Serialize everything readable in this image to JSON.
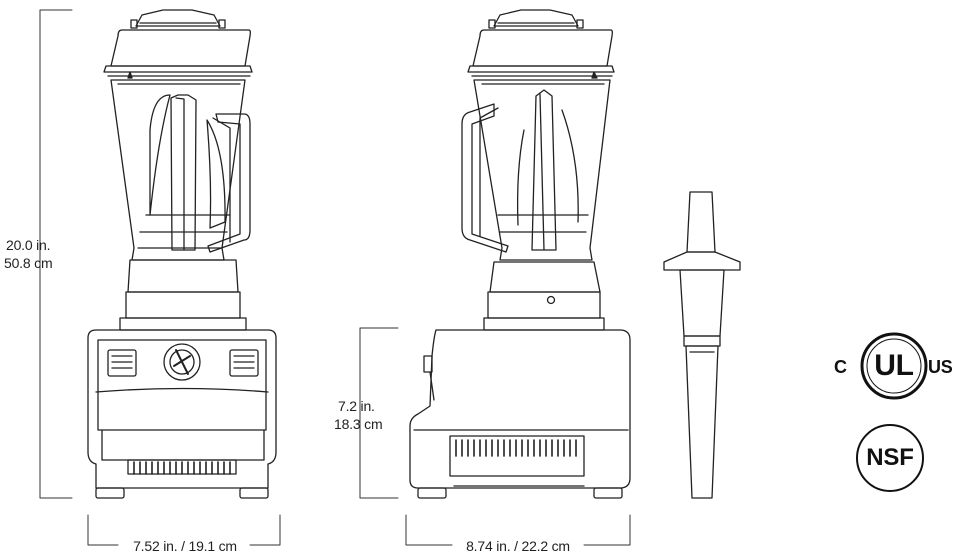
{
  "dimensions": {
    "height_total": {
      "inches": "20.0 in.",
      "cm": "50.8 cm"
    },
    "base_height": {
      "inches": "7.2 in.",
      "cm": "18.3 cm"
    },
    "front_width": "7.52 in. / 19.1 cm",
    "side_depth": "8.74 in. / 22.2 cm"
  },
  "certifications": {
    "ul": {
      "left": "C",
      "mark": "UL",
      "right": "US"
    },
    "nsf": "NSF"
  },
  "colors": {
    "line": "#222222",
    "fill": "#ffffff",
    "dim_line": "#333333"
  },
  "icons": [
    "blender-front-view",
    "blender-side-view",
    "tamper-tool",
    "ul-certification-logo",
    "nsf-certification-logo"
  ]
}
